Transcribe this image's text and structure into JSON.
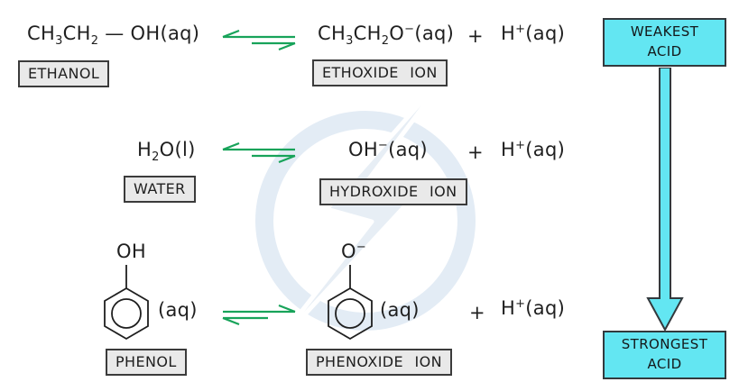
{
  "colors": {
    "accent_cyan": "#63e6f2",
    "arrow_green": "#18a35a",
    "label_box_fill": "#e9e9e9",
    "ink": "#1f1f1f",
    "watermark_blue": "#e3ecf5"
  },
  "equations": [
    {
      "reactant": {
        "formula": [
          {
            "t": "CH"
          },
          {
            "t": "3",
            "s": "sub"
          },
          {
            "t": "CH"
          },
          {
            "t": "2",
            "s": "sub"
          },
          {
            "t": " — "
          },
          {
            "t": "OH(aq)"
          }
        ],
        "label": "ETHANOL"
      },
      "product1": {
        "formula": [
          {
            "t": "CH"
          },
          {
            "t": "3",
            "s": "sub"
          },
          {
            "t": "CH"
          },
          {
            "t": "2",
            "s": "sub"
          },
          {
            "t": "O"
          },
          {
            "t": "−",
            "s": "sup"
          },
          {
            "t": "(aq)"
          }
        ],
        "label": "ETHOXIDE ION"
      },
      "plus": "+",
      "product2": {
        "formula": [
          {
            "t": "H"
          },
          {
            "t": "+",
            "s": "sup"
          },
          {
            "t": "(aq)"
          }
        ]
      }
    },
    {
      "reactant": {
        "formula": [
          {
            "t": "H"
          },
          {
            "t": "2",
            "s": "sub"
          },
          {
            "t": "O(l)"
          }
        ],
        "label": "WATER"
      },
      "product1": {
        "formula": [
          {
            "t": "OH"
          },
          {
            "t": "−",
            "s": "sup"
          },
          {
            "t": "(aq)"
          }
        ],
        "label": "HYDROXIDE ION"
      },
      "plus": "+",
      "product2": {
        "formula": [
          {
            "t": "H"
          },
          {
            "t": "+",
            "s": "sup"
          },
          {
            "t": "(aq)"
          }
        ]
      }
    },
    {
      "reactant": {
        "substituent": [
          {
            "t": "OH"
          }
        ],
        "state": "(aq)",
        "label": "PHENOL"
      },
      "product1": {
        "substituent": [
          {
            "t": "O"
          },
          {
            "t": "−",
            "s": "sup"
          }
        ],
        "state": "(aq)",
        "label": "PHENOXIDE ION"
      },
      "plus": "+",
      "product2": {
        "formula": [
          {
            "t": "H"
          },
          {
            "t": "+",
            "s": "sup"
          },
          {
            "t": "(aq)"
          }
        ]
      }
    }
  ],
  "acidity_scale": {
    "top": {
      "line1": "WEAKEST",
      "line2": "ACID"
    },
    "bottom": {
      "line1": "STRONGEST",
      "line2": "ACID"
    }
  }
}
